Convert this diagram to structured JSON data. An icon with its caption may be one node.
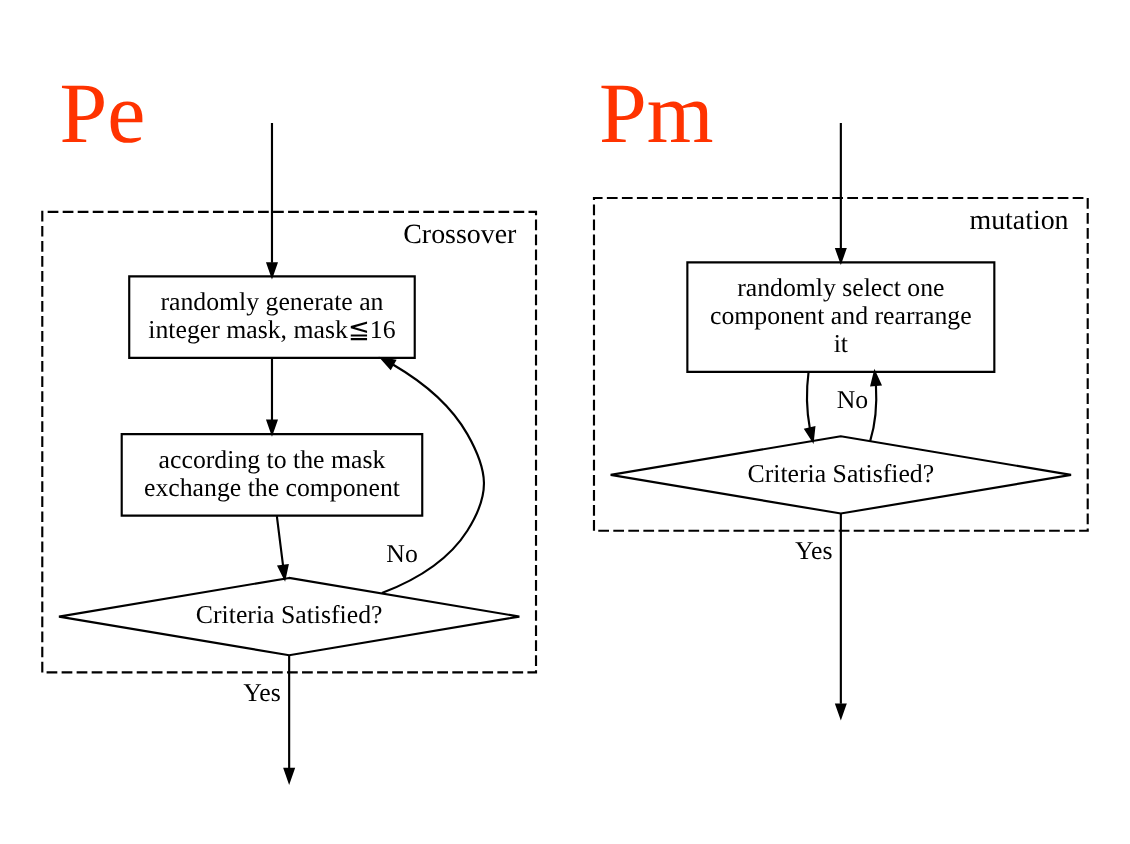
{
  "diagram": {
    "nodes": [
      {
        "text": [
          "Crossover"
        ]
      },
      {
        "text": [
          "randomly generate an integer mask, mask≦16"
        ],
        "in": 0
      },
      {
        "text": [
          "according to the mask exchange the component"
        ],
        "in": 0
      },
      {
        "text": [
          "Criteria Satisfied?"
        ],
        "in": 0
      },
      {
        "text": [
          "mutation"
        ]
      },
      {
        "text": [
          "randomly select one component and rearrange it"
        ],
        "in": 4
      },
      {
        "text": [
          "Criteria Satisfied?"
        ],
        "in": 4
      }
    ],
    "edges": [
      {
        "from": null,
        "to": 1,
        "arrow": "to"
      },
      {
        "from": 1,
        "to": 2,
        "arrow": "to"
      },
      {
        "from": 2,
        "to": 3,
        "arrow": "to"
      },
      {
        "from": 3,
        "to": 1,
        "arrow": "to",
        "label": "No"
      },
      {
        "from": 3,
        "to": null,
        "arrow": "to",
        "label": "Yes"
      },
      {
        "from": null,
        "to": 5,
        "arrow": "to"
      },
      {
        "from": 5,
        "to": 6,
        "arrow": "to"
      },
      {
        "from": 6,
        "to": 5,
        "arrow": "to",
        "label": "No"
      },
      {
        "from": 6,
        "to": null,
        "arrow": "to",
        "label": "Yes"
      }
    ],
    "labels": [
      "Pe",
      "Pm"
    ]
  }
}
